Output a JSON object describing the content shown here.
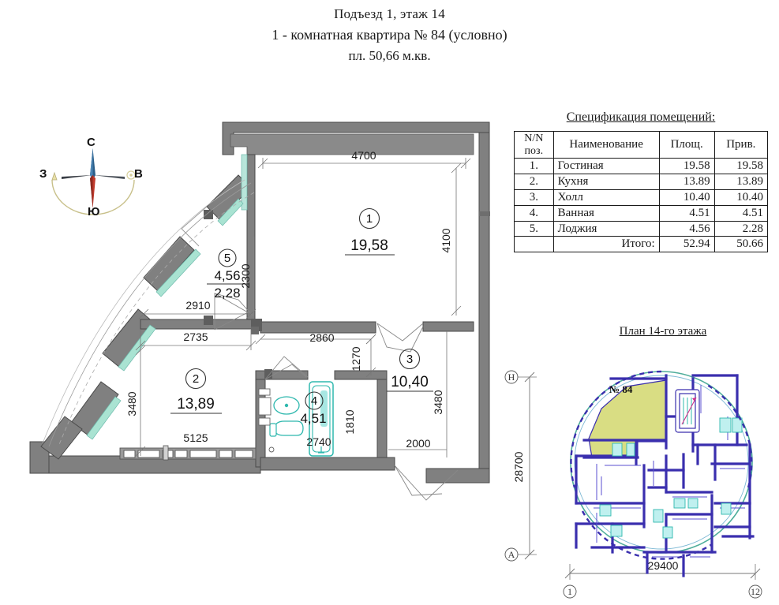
{
  "title": {
    "line1": "Подъезд 1, этаж 14",
    "line2": "1 - комнатная квартира № 84 (условно)",
    "line3": "пл. 50,66 м.кв."
  },
  "compass": {
    "north": "С",
    "south": "Ю",
    "west": "З",
    "east": "В",
    "needle_north_color": "#2c5f8a",
    "needle_south_color": "#c0392b"
  },
  "spec": {
    "title": "Спецификация помещений:",
    "headers": {
      "num_line1": "N/N",
      "num_line2": "поз.",
      "name": "Наименование",
      "area": "Площ.",
      "reduced": "Прив."
    },
    "rows": [
      {
        "num": "1.",
        "name": "Гостиная",
        "area": "19.58",
        "reduced": "19.58"
      },
      {
        "num": "2.",
        "name": "Кухня",
        "area": "13.89",
        "reduced": "13.89"
      },
      {
        "num": "3.",
        "name": "Холл",
        "area": "10.40",
        "reduced": "10.40"
      },
      {
        "num": "4.",
        "name": "Ванная",
        "area": "4.51",
        "reduced": "4.51"
      },
      {
        "num": "5.",
        "name": "Лоджия",
        "area": "4.56",
        "reduced": "2.28"
      }
    ],
    "total": {
      "label": "Итого:",
      "area": "52.94",
      "reduced": "50.66"
    }
  },
  "floorplan": {
    "title": "План 14-го этажа",
    "apartment_label": "№ 84",
    "highlight_color": "#d9dd83",
    "wall_color": "#3a2fae",
    "outline_color": "#4fae9b",
    "dim_horizontal": "29400",
    "dim_vertical": "28700",
    "axis_top": "Н",
    "axis_bottom": "А",
    "axis_left": "1",
    "axis_right": "12"
  },
  "plan": {
    "rooms": [
      {
        "id": "1",
        "num": "1",
        "area": "19,58",
        "name": "Гостиная"
      },
      {
        "id": "2",
        "num": "2",
        "area": "13,89",
        "name": "Кухня"
      },
      {
        "id": "3",
        "num": "3",
        "area": "10,40",
        "name": "Холл"
      },
      {
        "id": "4",
        "num": "4",
        "area": "4,51",
        "name": "Ванная"
      },
      {
        "id": "5",
        "num": "5",
        "area": "4,56",
        "area2": "2,28",
        "name": "Лоджия"
      }
    ],
    "dimensions": {
      "living_width": "4700",
      "living_height": "4100",
      "loggia_width": "2910",
      "loggia_height": "2300",
      "kitchen_top": "2735",
      "kitchen_height": "3480",
      "kitchen_bottom": "5125",
      "hall_top": "2860",
      "hall_height": "3480",
      "hall_bottom": "2000",
      "bath_depth": "1270",
      "bath_width": "2740",
      "tub_length": "1810"
    },
    "colors": {
      "wall_fill": "#808080",
      "glazing": "#a9e3d2",
      "fixture": "#2fb8ae",
      "dim_line": "#555555"
    }
  }
}
